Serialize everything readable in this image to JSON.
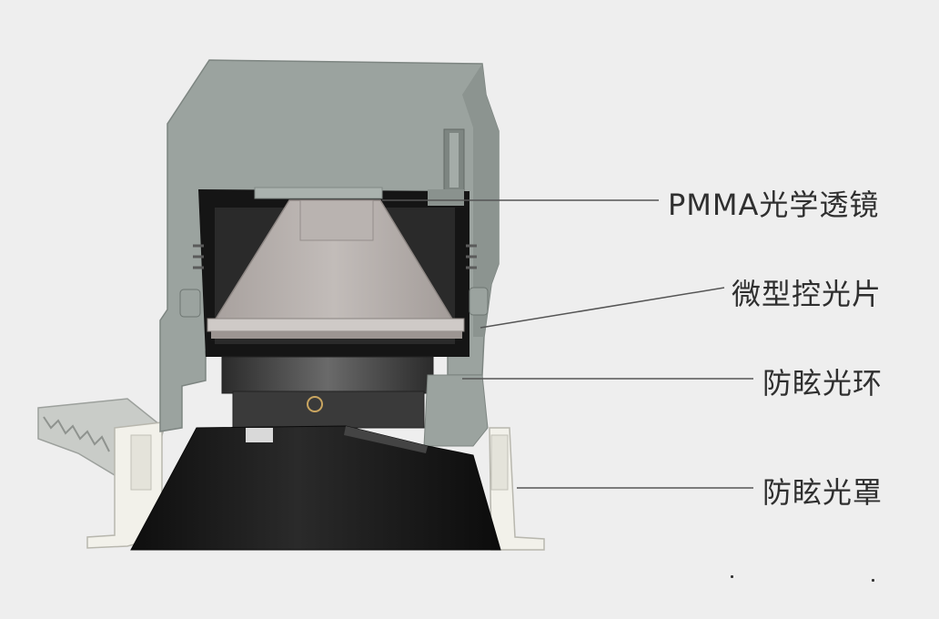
{
  "labels": {
    "lens": "PMMA光学透镜",
    "micro_control": "微型控光片",
    "anti_glare_ring": "防眩光环",
    "anti_glare_cover": "防眩光罩"
  },
  "colors": {
    "background": "#eeeeee",
    "housing": "#9ba39f",
    "housing_dark": "#7d8581",
    "cavity": "#151515",
    "lens": "#b5aeab",
    "reflector": "#1a1a1a",
    "trim": "#f2f1ea",
    "leader_line": "#555555"
  }
}
